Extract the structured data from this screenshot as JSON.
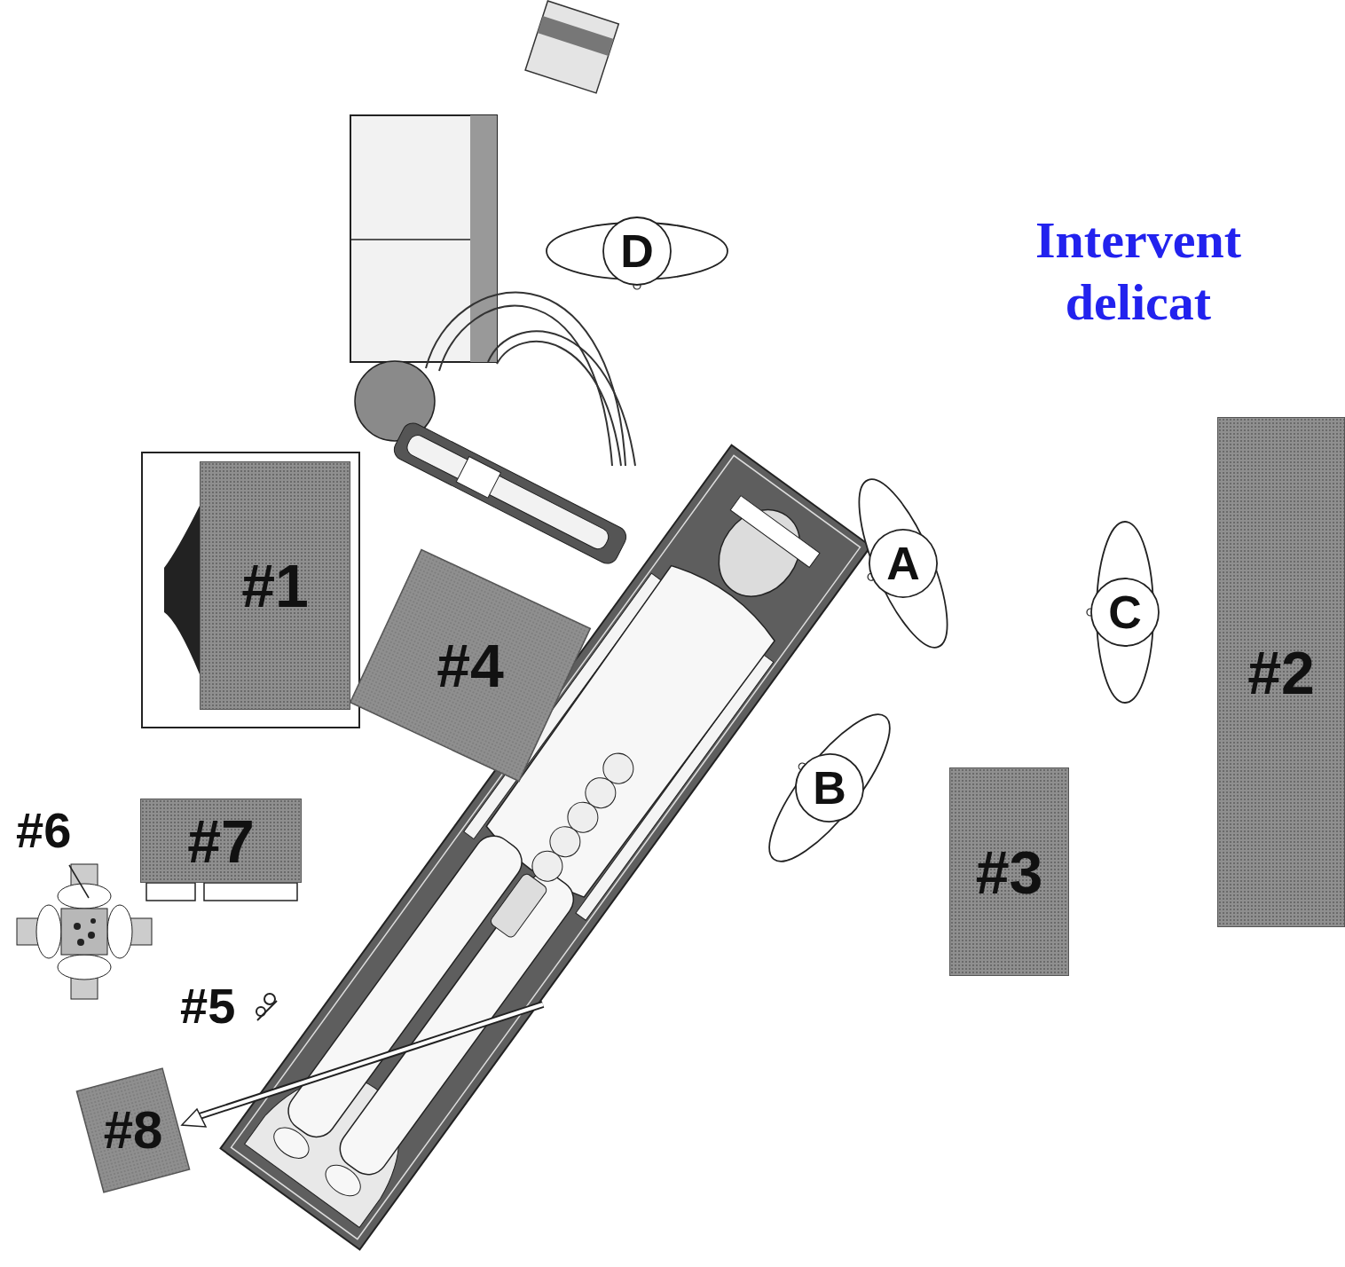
{
  "diagram": {
    "title": "Intervent delicat",
    "nodes": [
      {
        "text": [
          "D"
        ]
      },
      {
        "text": [
          "#1"
        ]
      },
      {
        "text": [
          "A"
        ]
      },
      {
        "text": [
          "C"
        ]
      },
      {
        "text": [
          "#2"
        ]
      },
      {
        "text": [
          "#4"
        ]
      },
      {
        "text": [
          "B"
        ]
      },
      {
        "text": [
          "#7"
        ]
      },
      {
        "text": [
          "#3"
        ]
      },
      {
        "text": [
          "#8"
        ]
      }
    ],
    "labels": [
      "#6",
      "#5"
    ]
  }
}
